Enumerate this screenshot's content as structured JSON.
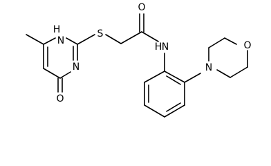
{
  "molecule": {
    "atoms": {
      "methyl": "",
      "ring_n1h": "H\nN",
      "ring_n3": "N",
      "carbonyl_o_ring": "O",
      "thioether_s": "S",
      "amide_o": "O",
      "amide_nh": "HN",
      "morpholine_n": "N",
      "morpholine_o": "O"
    },
    "labels": {
      "n1h_h": "H",
      "n1h_n": "N",
      "n3": "N",
      "o_ring": "O",
      "s": "S",
      "o_amide": "O",
      "nh_n": "N",
      "nh_h": "H",
      "n_morph": "N",
      "o_morph": "O"
    }
  }
}
